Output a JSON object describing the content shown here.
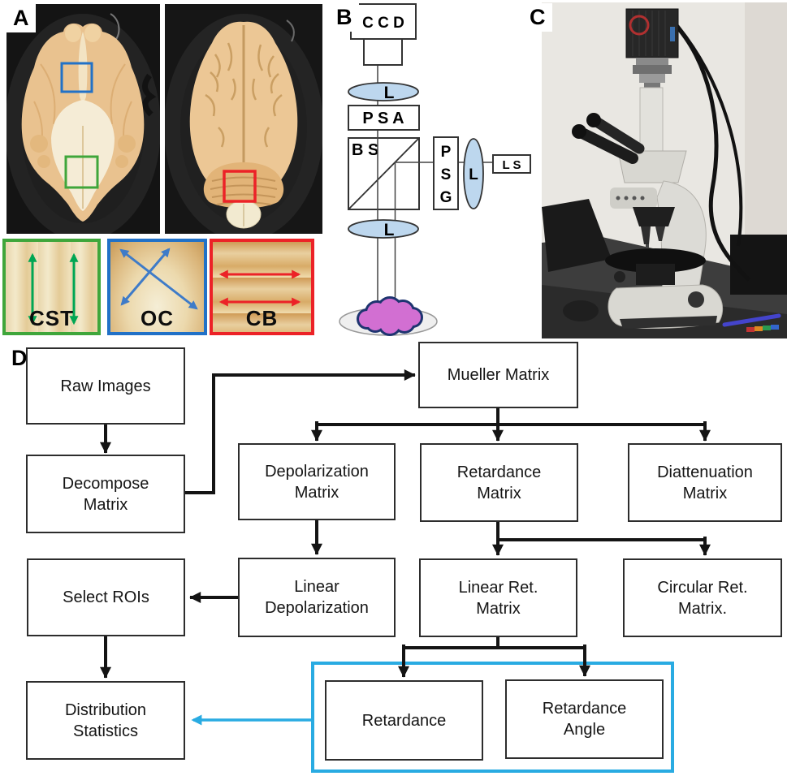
{
  "labels": {
    "a": "A",
    "b": "B",
    "c": "C",
    "d": "D"
  },
  "colors": {
    "accent_cyan": "#29ABE2",
    "arrow_black": "#141414",
    "roi_green": "#3FA63B",
    "roi_blue": "#2171C7",
    "roi_red": "#EC2227",
    "arrow_green": "#00A653",
    "arrow_blue": "#3E7BC8",
    "arrow_red": "#EC2227",
    "lens_fill": "#BDD7EE",
    "sample_fill": "#D26FD2",
    "sample_outline": "#1E3470"
  },
  "panel_a": {
    "insets": [
      {
        "label": "CST",
        "arrow_direction": "vertical"
      },
      {
        "label": "OC",
        "arrow_direction": "diagonal-cross"
      },
      {
        "label": "CB",
        "arrow_direction": "horizontal"
      }
    ]
  },
  "panel_b": {
    "ccd_label": "C C D",
    "lens_label": "L",
    "psa_label": "P S A",
    "bs_label": "B S",
    "psg_letters": [
      "P",
      "S",
      "G"
    ],
    "ls_label": "L S"
  },
  "panel_d": {
    "nodes": [
      {
        "id": "raw-images",
        "label": "Raw Images"
      },
      {
        "id": "decompose-matrix",
        "label": "Decompose Matrix"
      },
      {
        "id": "mueller-matrix",
        "label": "Mueller Matrix"
      },
      {
        "id": "depolarization-matrix",
        "label": "Depolarization Matrix"
      },
      {
        "id": "retardance-matrix",
        "label": "Retardance Matrix"
      },
      {
        "id": "diattenuation-matrix",
        "label": "Diattenuation Matrix"
      },
      {
        "id": "select-rois",
        "label": "Select ROIs"
      },
      {
        "id": "linear-depolarization",
        "label": "Linear Depolarization"
      },
      {
        "id": "linear-ret-matrix",
        "label": "Linear Ret. Matrix"
      },
      {
        "id": "circular-ret-matrix",
        "label": "Circular Ret. Matrix."
      },
      {
        "id": "distribution-statistics",
        "label": "Distribution Statistics"
      },
      {
        "id": "retardance",
        "label": "Retardance"
      },
      {
        "id": "retardance-angle",
        "label": "Retardance Angle"
      }
    ]
  }
}
